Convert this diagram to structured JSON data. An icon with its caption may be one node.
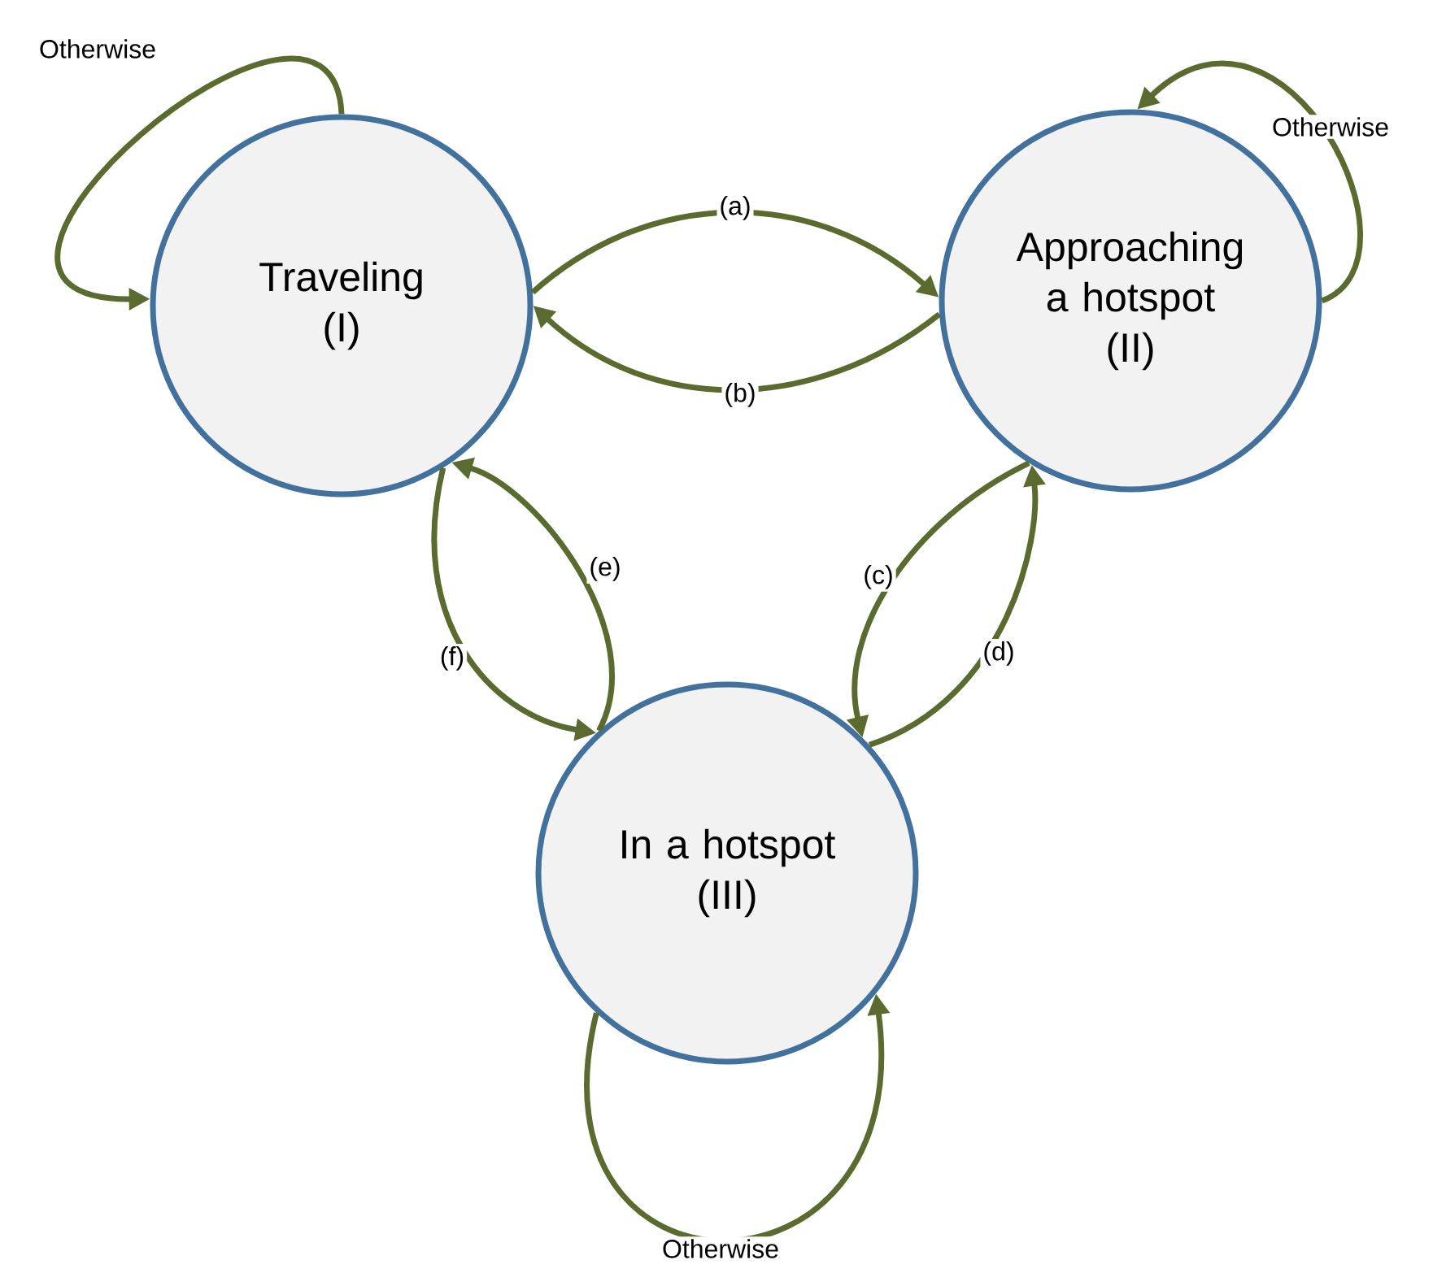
{
  "diagram": {
    "nodes": [
      {
        "text": [
          "Traveling",
          "(I)"
        ]
      },
      {
        "text": [
          "Approaching a hotspot",
          "(II)"
        ]
      },
      {
        "text": [
          "In a hotspot",
          "(III)"
        ]
      }
    ],
    "edges": [
      {
        "from": 0,
        "to": 0,
        "arrow": "to",
        "label": "Otherwise"
      },
      {
        "from": 0,
        "to": 1,
        "arrow": "to",
        "label": "(a)"
      },
      {
        "from": 1,
        "to": 0,
        "arrow": "to",
        "label": "(b)"
      },
      {
        "from": 1,
        "to": 1,
        "arrow": "to",
        "label": "Otherwise"
      },
      {
        "from": 1,
        "to": 2,
        "arrow": "to",
        "label": "(c)"
      },
      {
        "from": 2,
        "to": 1,
        "arrow": "to",
        "label": "(d)"
      },
      {
        "from": 2,
        "to": 0,
        "arrow": "to",
        "label": "(e)"
      },
      {
        "from": 0,
        "to": 2,
        "arrow": "to",
        "label": "(f)"
      },
      {
        "from": 2,
        "to": 2,
        "arrow": "to",
        "label": "Otherwise"
      }
    ]
  }
}
